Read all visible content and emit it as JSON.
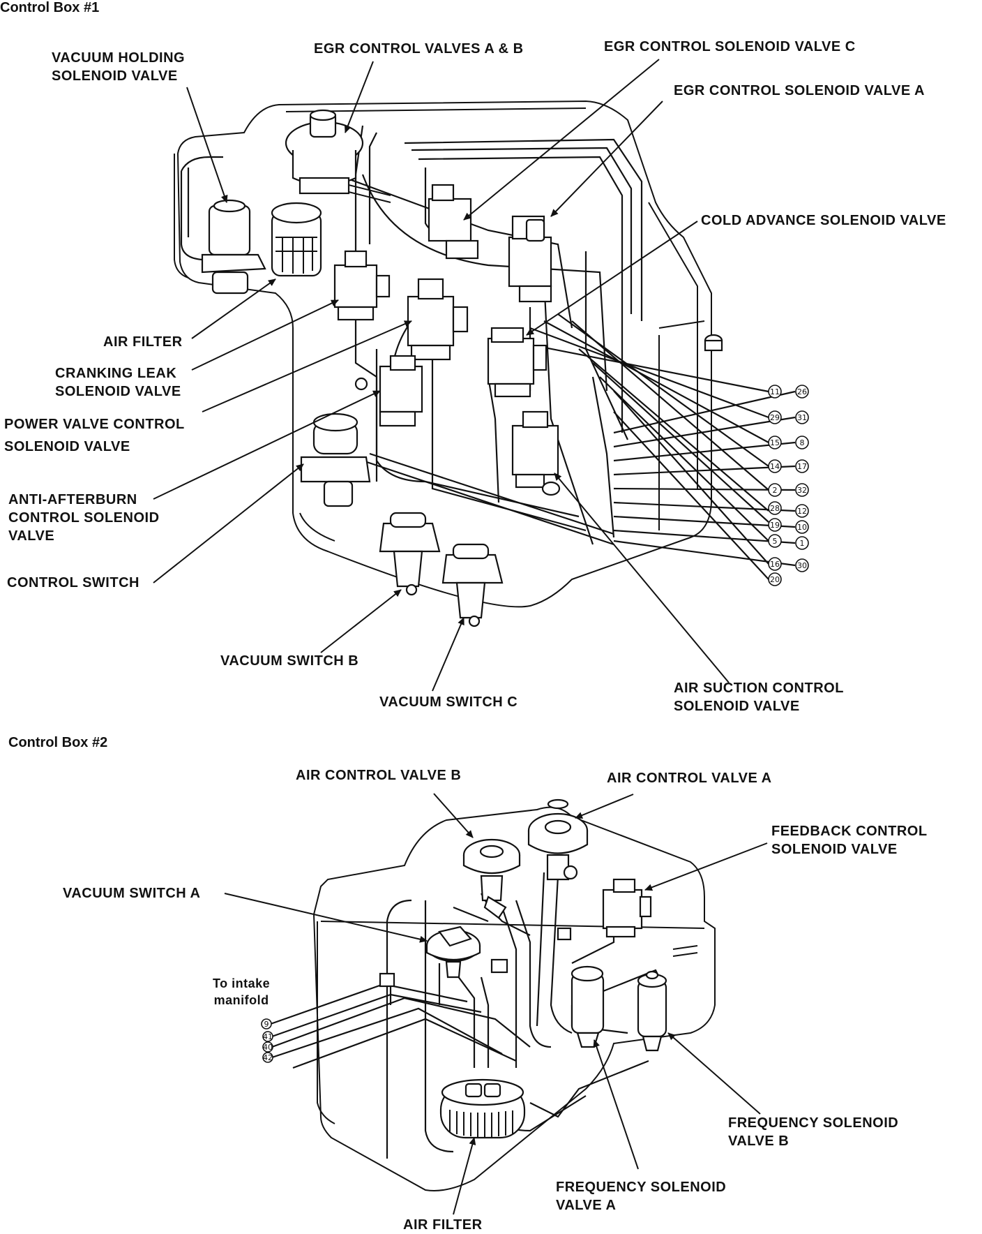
{
  "box1": {
    "title": "Control Box #1",
    "labels": {
      "vacuum_holding": [
        "VACUUM HOLDING",
        "SOLENOID VALVE"
      ],
      "egr_ab": "EGR CONTROL VALVES  A & B",
      "egr_c": "EGR CONTROL SOLENOID VALVE C",
      "egr_a": "EGR  CONTROL  SOLENOID VALVE A",
      "cold_advance": "COLD ADVANCE SOLENOID VALVE",
      "air_filter": "AIR FILTER",
      "cranking_leak": [
        "CRANKING LEAK",
        "SOLENOID VALVE"
      ],
      "power_valve": [
        "POWER VALVE CONTROL",
        "SOLENOID VALVE"
      ],
      "anti_afterburn": [
        "ANTI-AFTERBURN",
        "CONTROL SOLENOID",
        "VALVE"
      ],
      "control_switch": "CONTROL SWITCH",
      "vacuum_switch_b": "VACUUM SWITCH B",
      "vacuum_switch_c": "VACUUM SWITCH  C",
      "air_suction": [
        "AIR SUCTION  CONTROL",
        "SOLENOID VALVE"
      ]
    },
    "port_numbers": [
      "11",
      "26",
      "29",
      "31",
      "15",
      "8",
      "14",
      "17",
      "2",
      "32",
      "28",
      "12",
      "19",
      "10",
      "5",
      "1",
      "16",
      "30",
      "20"
    ]
  },
  "box2": {
    "title": "Control Box #2",
    "labels": {
      "air_control_b": "AIR CONTROL VALVE B",
      "air_control_a": "AIR CONTROL VALVE A",
      "feedback": [
        "FEEDBACK CONTROL",
        "SOLENOID VALVE"
      ],
      "vacuum_switch_a": "VACUUM SWITCH A",
      "intake": [
        "To intake",
        "manifold"
      ],
      "freq_b": [
        "FREQUENCY SOLENOID",
        "VALVE B"
      ],
      "freq_a": [
        "FREQUENCY SOLENOID",
        "VALVE A"
      ],
      "air_filter": "AIR FILTER"
    },
    "port_numbers": [
      "9",
      "41",
      "40",
      "42"
    ]
  },
  "colors": {
    "ink": "#111111",
    "paper": "#ffffff"
  },
  "icons": [
    "arrow-pointer",
    "numbered-port-circle",
    "solenoid-valve",
    "vacuum-switch",
    "air-filter",
    "control-box-outline"
  ]
}
